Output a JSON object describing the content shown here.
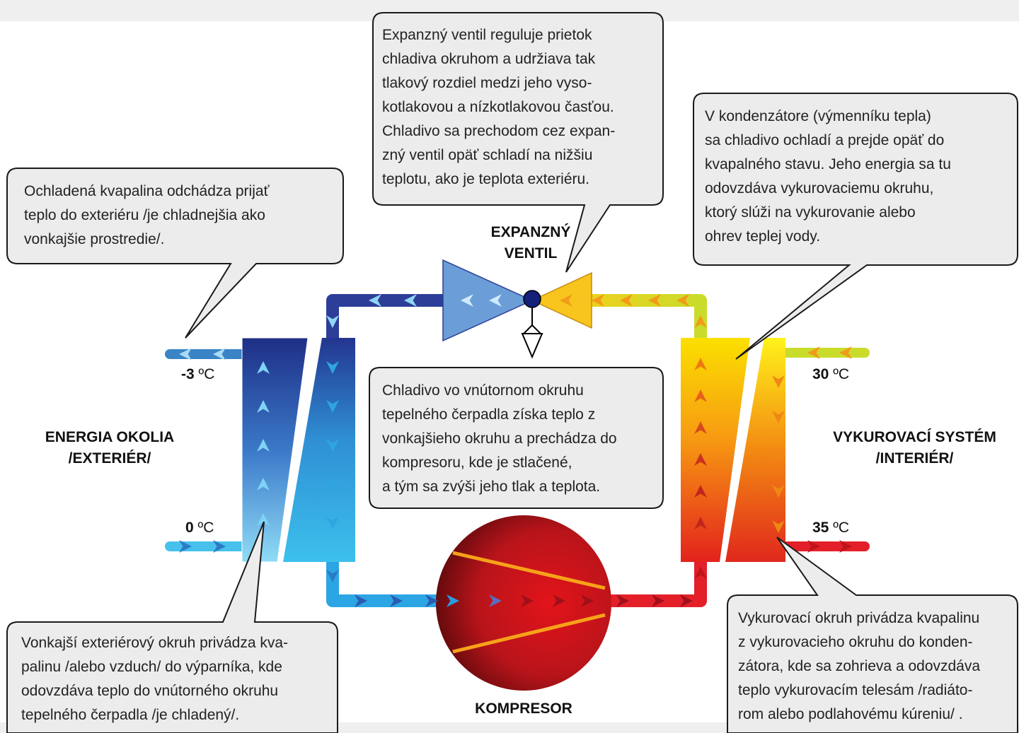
{
  "labels": {
    "expansion_valve": "EXPANZNÝ\nVENTIL",
    "environment": "ENERGIA OKOLIA\n/EXTERIÉR/",
    "heating_system": "VYKUROVACÍ SYSTÉM\n/INTERIÉR/",
    "compressor": "KOMPRESOR"
  },
  "temperatures": {
    "outdoor_out_value": "-3",
    "outdoor_in_value": "0",
    "heating_in_value": "30",
    "heating_out_value": "35",
    "unit": "ºC"
  },
  "callouts": {
    "expansion_valve": "Expanzný ventil reguluje prietok\nchladiva okruhom a udržiava tak\ntlakový rozdiel medzi jeho vyso-\nkotlakovou a nízkotlakovou časťou.\nChladivo sa prechodom cez expan-\nzný ventil opäť schladí na nižšiu\nteplotu, ako je teplota exteriéru.",
    "condenser": "V kondenzátore (výmenníku tepla)\nsa chladivo ochladí a prejde opäť do\nkvapalného stavu. Jeho energia sa tu\nodovzdáva vykurovaciemu okruhu,\nktorý slúži na vykurovanie alebo\nohrev teplej vody.",
    "cooled_liquid": "Ochladená kvapalina odchádza prijať\nteplo do exteriéru /je chladnejšia ako\nvonkajšie prostredie/.",
    "refrigerant": "Chladivo vo vnútornom okruhu\ntepelného čerpadla získa teplo z\nvonkajšieho okruhu a prechádza do\nkompresoru, kde je stlačené,\na tým sa zvýši jeho tlak a teplota.",
    "outer_circuit": "Vonkajší exteriérový okruh privádza kva-\npalinu /alebo vzduch/ do výparníka, kde\nodovzdáva teplo do vnútorného okruhu\ntepelného čerpadla /je chladený/.",
    "heating_circuit": "Vykurovací okruh privádza kvapalinu\nz vykurovacieho okruhu do konden-\nzátora, kde sa zohrieva a odovzdáva\nteplo vykurovacím telesám /radiáto-\nrom alebo podlahovému kúreniu/ ."
  },
  "colors": {
    "cold_dark": "#2b3d96",
    "cold_light": "#59c3ee",
    "hot_yellow": "#f6e11a",
    "hot_red": "#e3202a",
    "callout_fill": "#ececec",
    "compressor": "#c0151b"
  }
}
